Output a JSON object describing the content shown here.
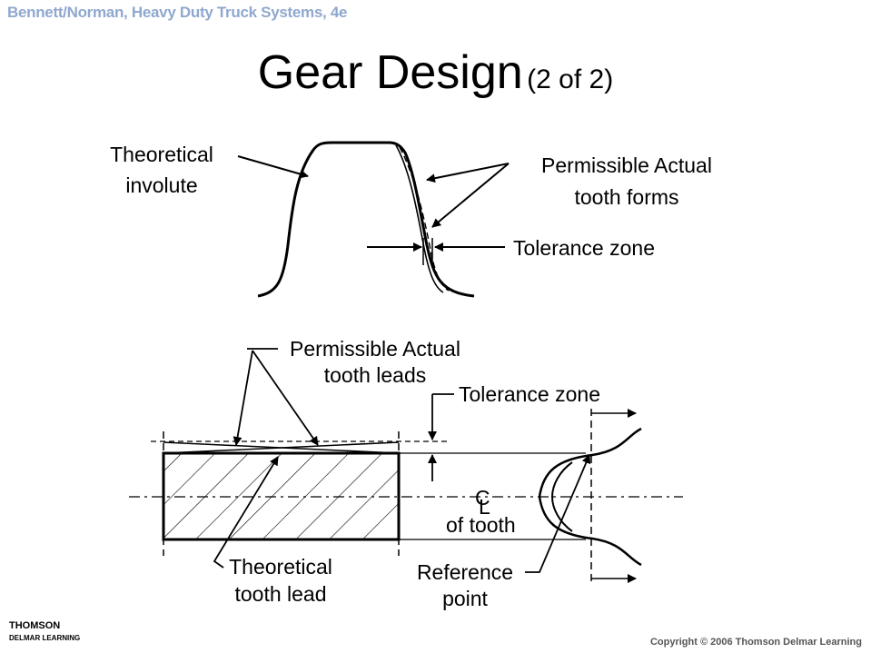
{
  "header": {
    "book": "Bennett/Norman, Heavy Duty Truck Systems, 4e"
  },
  "title": {
    "main": "Gear Design",
    "sub": "(2 of 2)"
  },
  "top_diagram": {
    "label_theoretical_1": "Theoretical",
    "label_theoretical_2": "involute",
    "label_forms_1": "Permissible Actual",
    "label_forms_2": "tooth forms",
    "label_tolerance": "Tolerance zone"
  },
  "bottom_diagram": {
    "label_leads_1": "Permissible Actual",
    "label_leads_2": "tooth leads",
    "label_tolerance": "Tolerance zone",
    "label_centerline_symbol": "C",
    "label_centerline_sub": "L",
    "label_of_tooth": "of tooth",
    "label_theoretical_1": "Theoretical",
    "label_theoretical_2": "tooth lead",
    "label_reference_1": "Reference",
    "label_reference_2": "point"
  },
  "footer": {
    "logo_line1": "THOMSON",
    "logo_line2": "DELMAR LEARNING",
    "copyright": "Copyright © 2006 Thomson Delmar Learning"
  }
}
